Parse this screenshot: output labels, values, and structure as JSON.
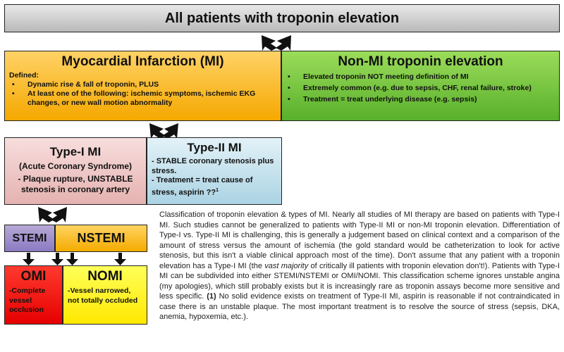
{
  "header": {
    "title": "All patients with troponin elevation"
  },
  "mi": {
    "title": "Myocardial Infarction (MI)",
    "defined_label": "Defined:",
    "criteria": [
      "Dynamic rise & fall of troponin, PLUS",
      "At least one of the following: ischemic symptoms, ischemic EKG changes, or new wall motion abnormality"
    ]
  },
  "non_mi": {
    "title": "Non-MI troponin elevation",
    "points": [
      "Elevated troponin NOT meeting definition of MI",
      "Extremely common (e.g. due to sepsis, CHF, renal failure, stroke)",
      "Treatment = treat underlying disease (e.g. sepsis)"
    ]
  },
  "type1": {
    "title": "Type-I MI",
    "subtitle": "(Acute Coronary Syndrome)",
    "detail": "- Plaque rupture, UNSTABLE stenosis in coronary artery"
  },
  "type2": {
    "title": "Type-II MI",
    "line1": "- STABLE coronary stenosis plus stress.",
    "line2": "- Treatment = treat cause of stress, aspirin ??",
    "footnote_mark": "1"
  },
  "stemi": {
    "label": "STEMI"
  },
  "nstemi": {
    "label": "NSTEMI"
  },
  "omi": {
    "title": "OMI",
    "detail": "-Complete vessel occlusion"
  },
  "nomi": {
    "title": "NOMI",
    "detail": "-Vessel narrowed, not totally occluded"
  },
  "caption": {
    "part1": "Classification of troponin elevation & types of MI.  Nearly all studies of MI therapy are based on patients with Type-I MI.  Such studies cannot be generalized to patients with Type-II MI or non-MI troponin elevation.  Differentiation of Type-I vs. Type-II MI is challenging, this is generally a judgement based on clinical context and a comparison of the amount of stress versus the amount of ischemia (the gold standard would be catheterization to look for active stenosis, but this isn't a viable clinical approach most of the time).  Don't assume that any patient with a troponin elevation has a Type-I MI (the ",
    "emphasis": "vast majority",
    "part2": " of critically ill patients with troponin elevation don't!).  Patients with Type-I MI can be subdivided into either STEMI/NSTEMI or OMI/NOMI.  This classification scheme ignores unstable angina (my apologies), which still probably exists but it is increasingly rare as troponin assays become more sensitive and less specific.  ",
    "note_mark": "(1)",
    "part3": " No solid evidence exists on treatment of Type-II MI, aspirin is reasonable if not contraindicated in case there is an unstable plaque.  The most important treatment is to resolve the source of stress (sepsis, DKA, anemia, hypoxemia, etc.)."
  },
  "colors": {
    "header": "#c8c8c8",
    "mi": "#f7b21a",
    "non_mi": "#72c13a",
    "type1": "#eec6c5",
    "type2": "#c5e4ef",
    "stemi": "#a092cc",
    "nstemi": "#f7b21a",
    "omi": "#f01010",
    "nomi": "#fff200"
  }
}
